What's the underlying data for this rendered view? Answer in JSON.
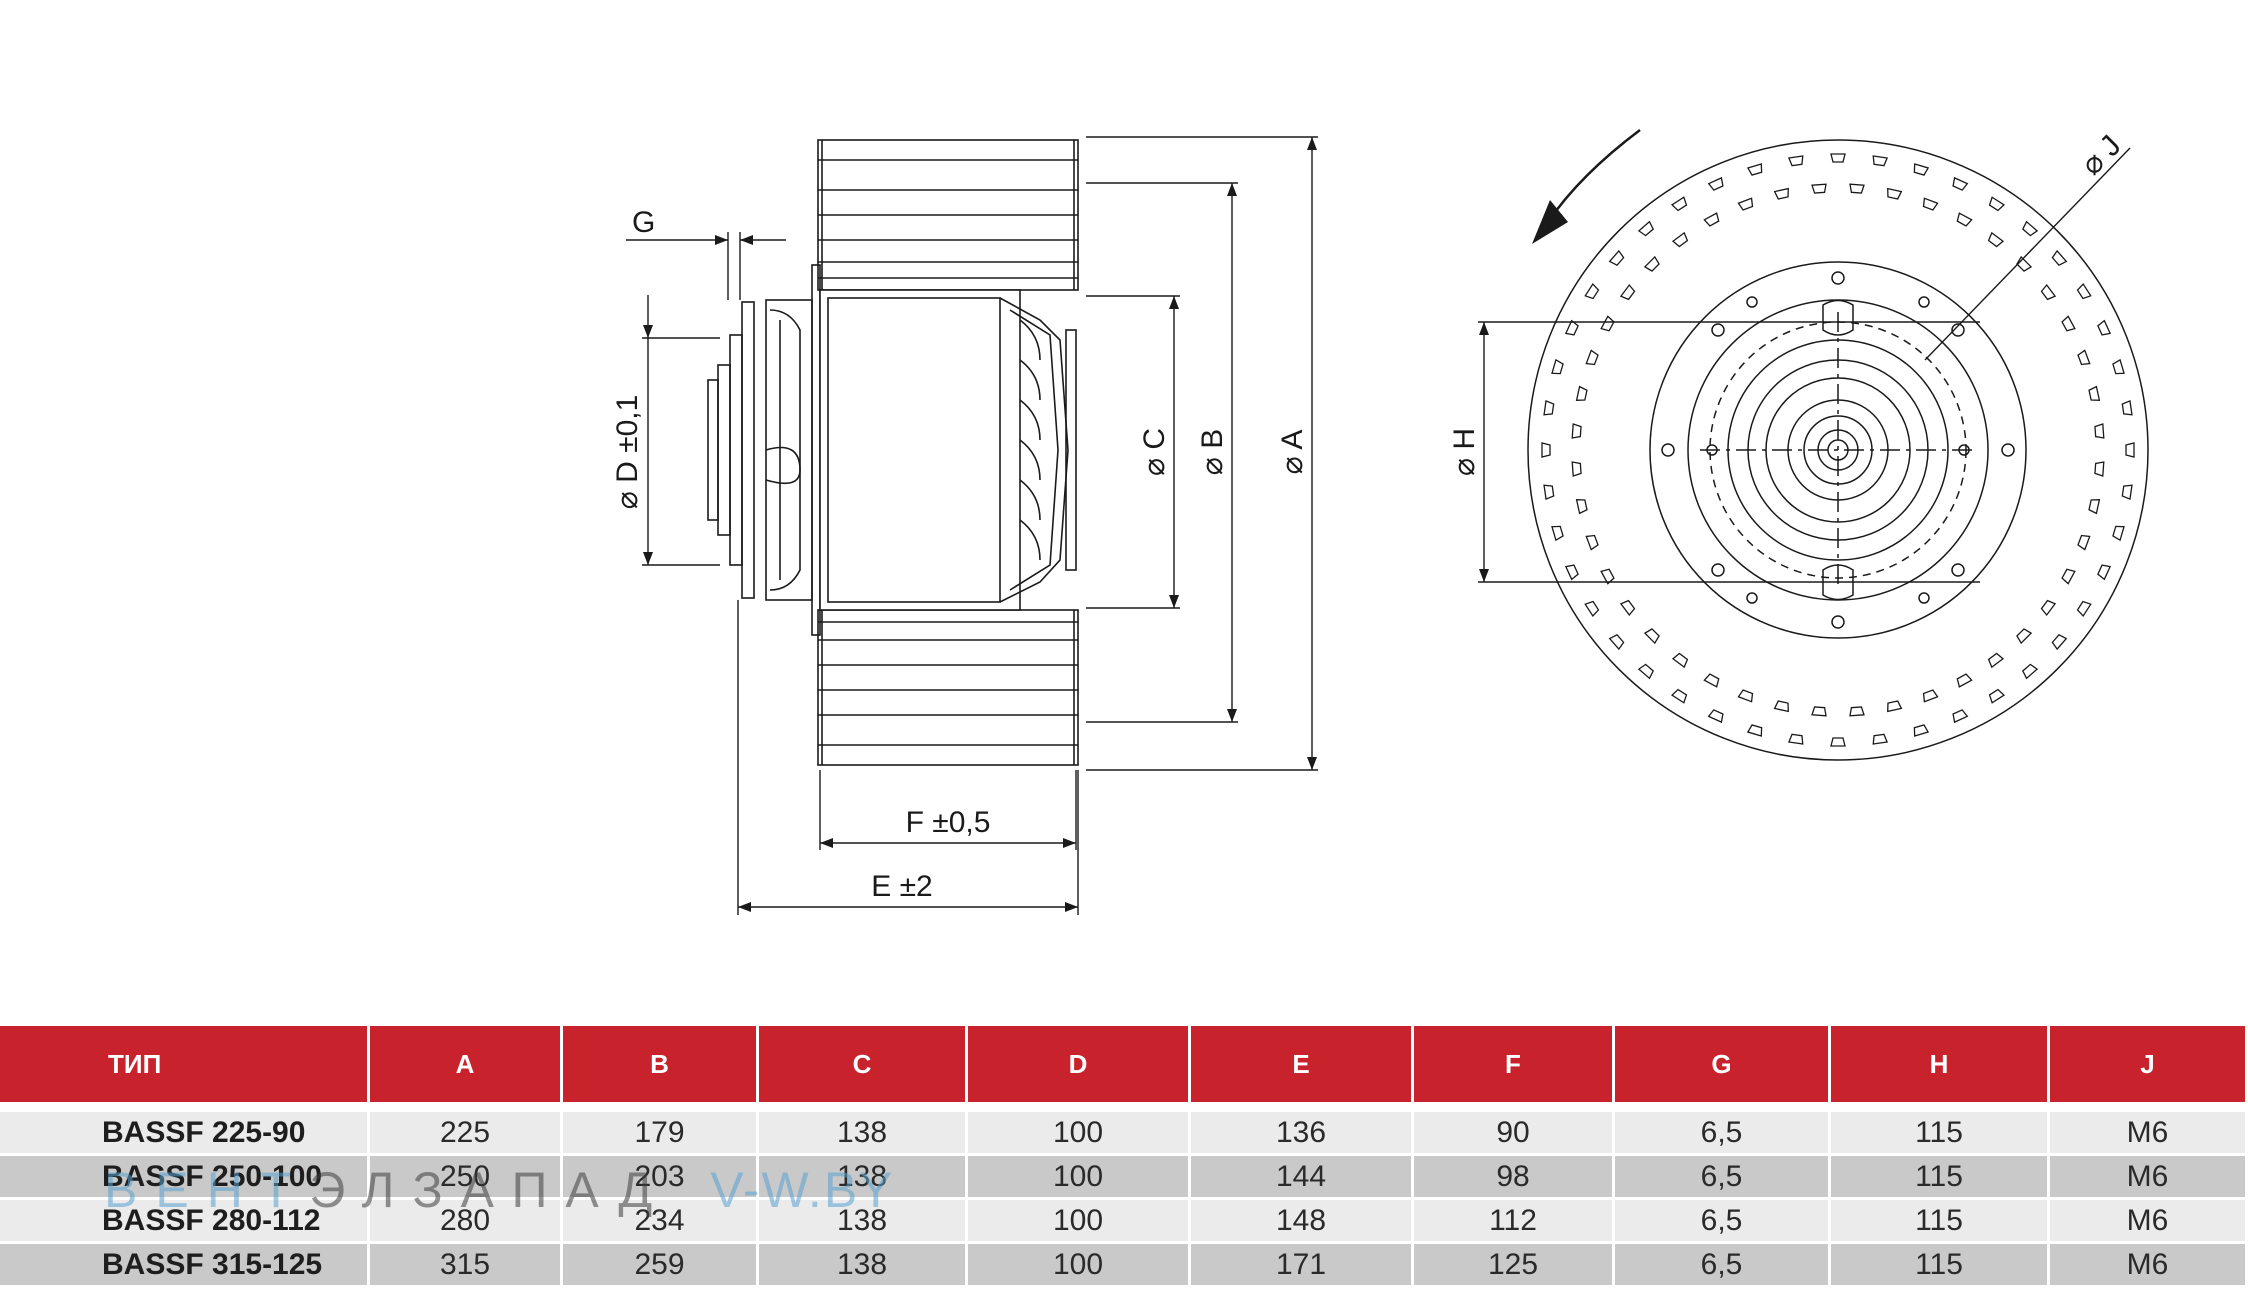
{
  "dimensions": {
    "g": "G",
    "d": "⌀ D ±0,1",
    "c": "⌀ C",
    "b": "⌀ B",
    "a": "⌀ A",
    "f": "F ±0,5",
    "e": "E ±2",
    "h": "⌀ H",
    "j": "⌀ J"
  },
  "table": {
    "headers": [
      "ТИП",
      "A",
      "B",
      "C",
      "D",
      "E",
      "F",
      "G",
      "H",
      "J"
    ],
    "rows": [
      [
        "BASSF 225-90",
        "225",
        "179",
        "138",
        "100",
        "136",
        "90",
        "6,5",
        "115",
        "M6"
      ],
      [
        "BASSF 250-100",
        "250",
        "203",
        "138",
        "100",
        "144",
        "98",
        "6,5",
        "115",
        "M6"
      ],
      [
        "BASSF 280-112",
        "280",
        "234",
        "138",
        "100",
        "148",
        "112",
        "6,5",
        "115",
        "M6"
      ],
      [
        "BASSF 315-125",
        "315",
        "259",
        "138",
        "100",
        "171",
        "125",
        "6,5",
        "115",
        "M6"
      ]
    ]
  },
  "watermark": {
    "brand_a": "ВЕНТ",
    "brand_b": "ЭЛЗАПАД",
    "site": "V-W.BY"
  },
  "colors": {
    "header_red": "#c8232c",
    "row_light": "#ebebeb",
    "row_dark": "#c9c9c9",
    "line": "#1a1a1a"
  }
}
